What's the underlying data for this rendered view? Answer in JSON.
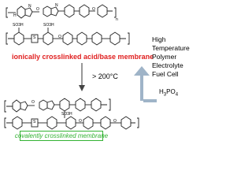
{
  "labels": {
    "ionic": "ionically crosslinked acid/base membrane",
    "temperature": "> 200°C",
    "acid": "H3PO4",
    "application": "High Temperature Polymer Electrolyte Fuel Cell",
    "covalent": "covalently crosslinked membrane"
  },
  "atoms": {
    "nh": "H",
    "n": "N",
    "o": "O",
    "so3h": "SO3H",
    "s": "S",
    "n_sub": "n"
  },
  "colors": {
    "ionic": "#e02020",
    "covalent": "#33b233",
    "arrow": "#9fb4c8",
    "bond": "#222222"
  }
}
